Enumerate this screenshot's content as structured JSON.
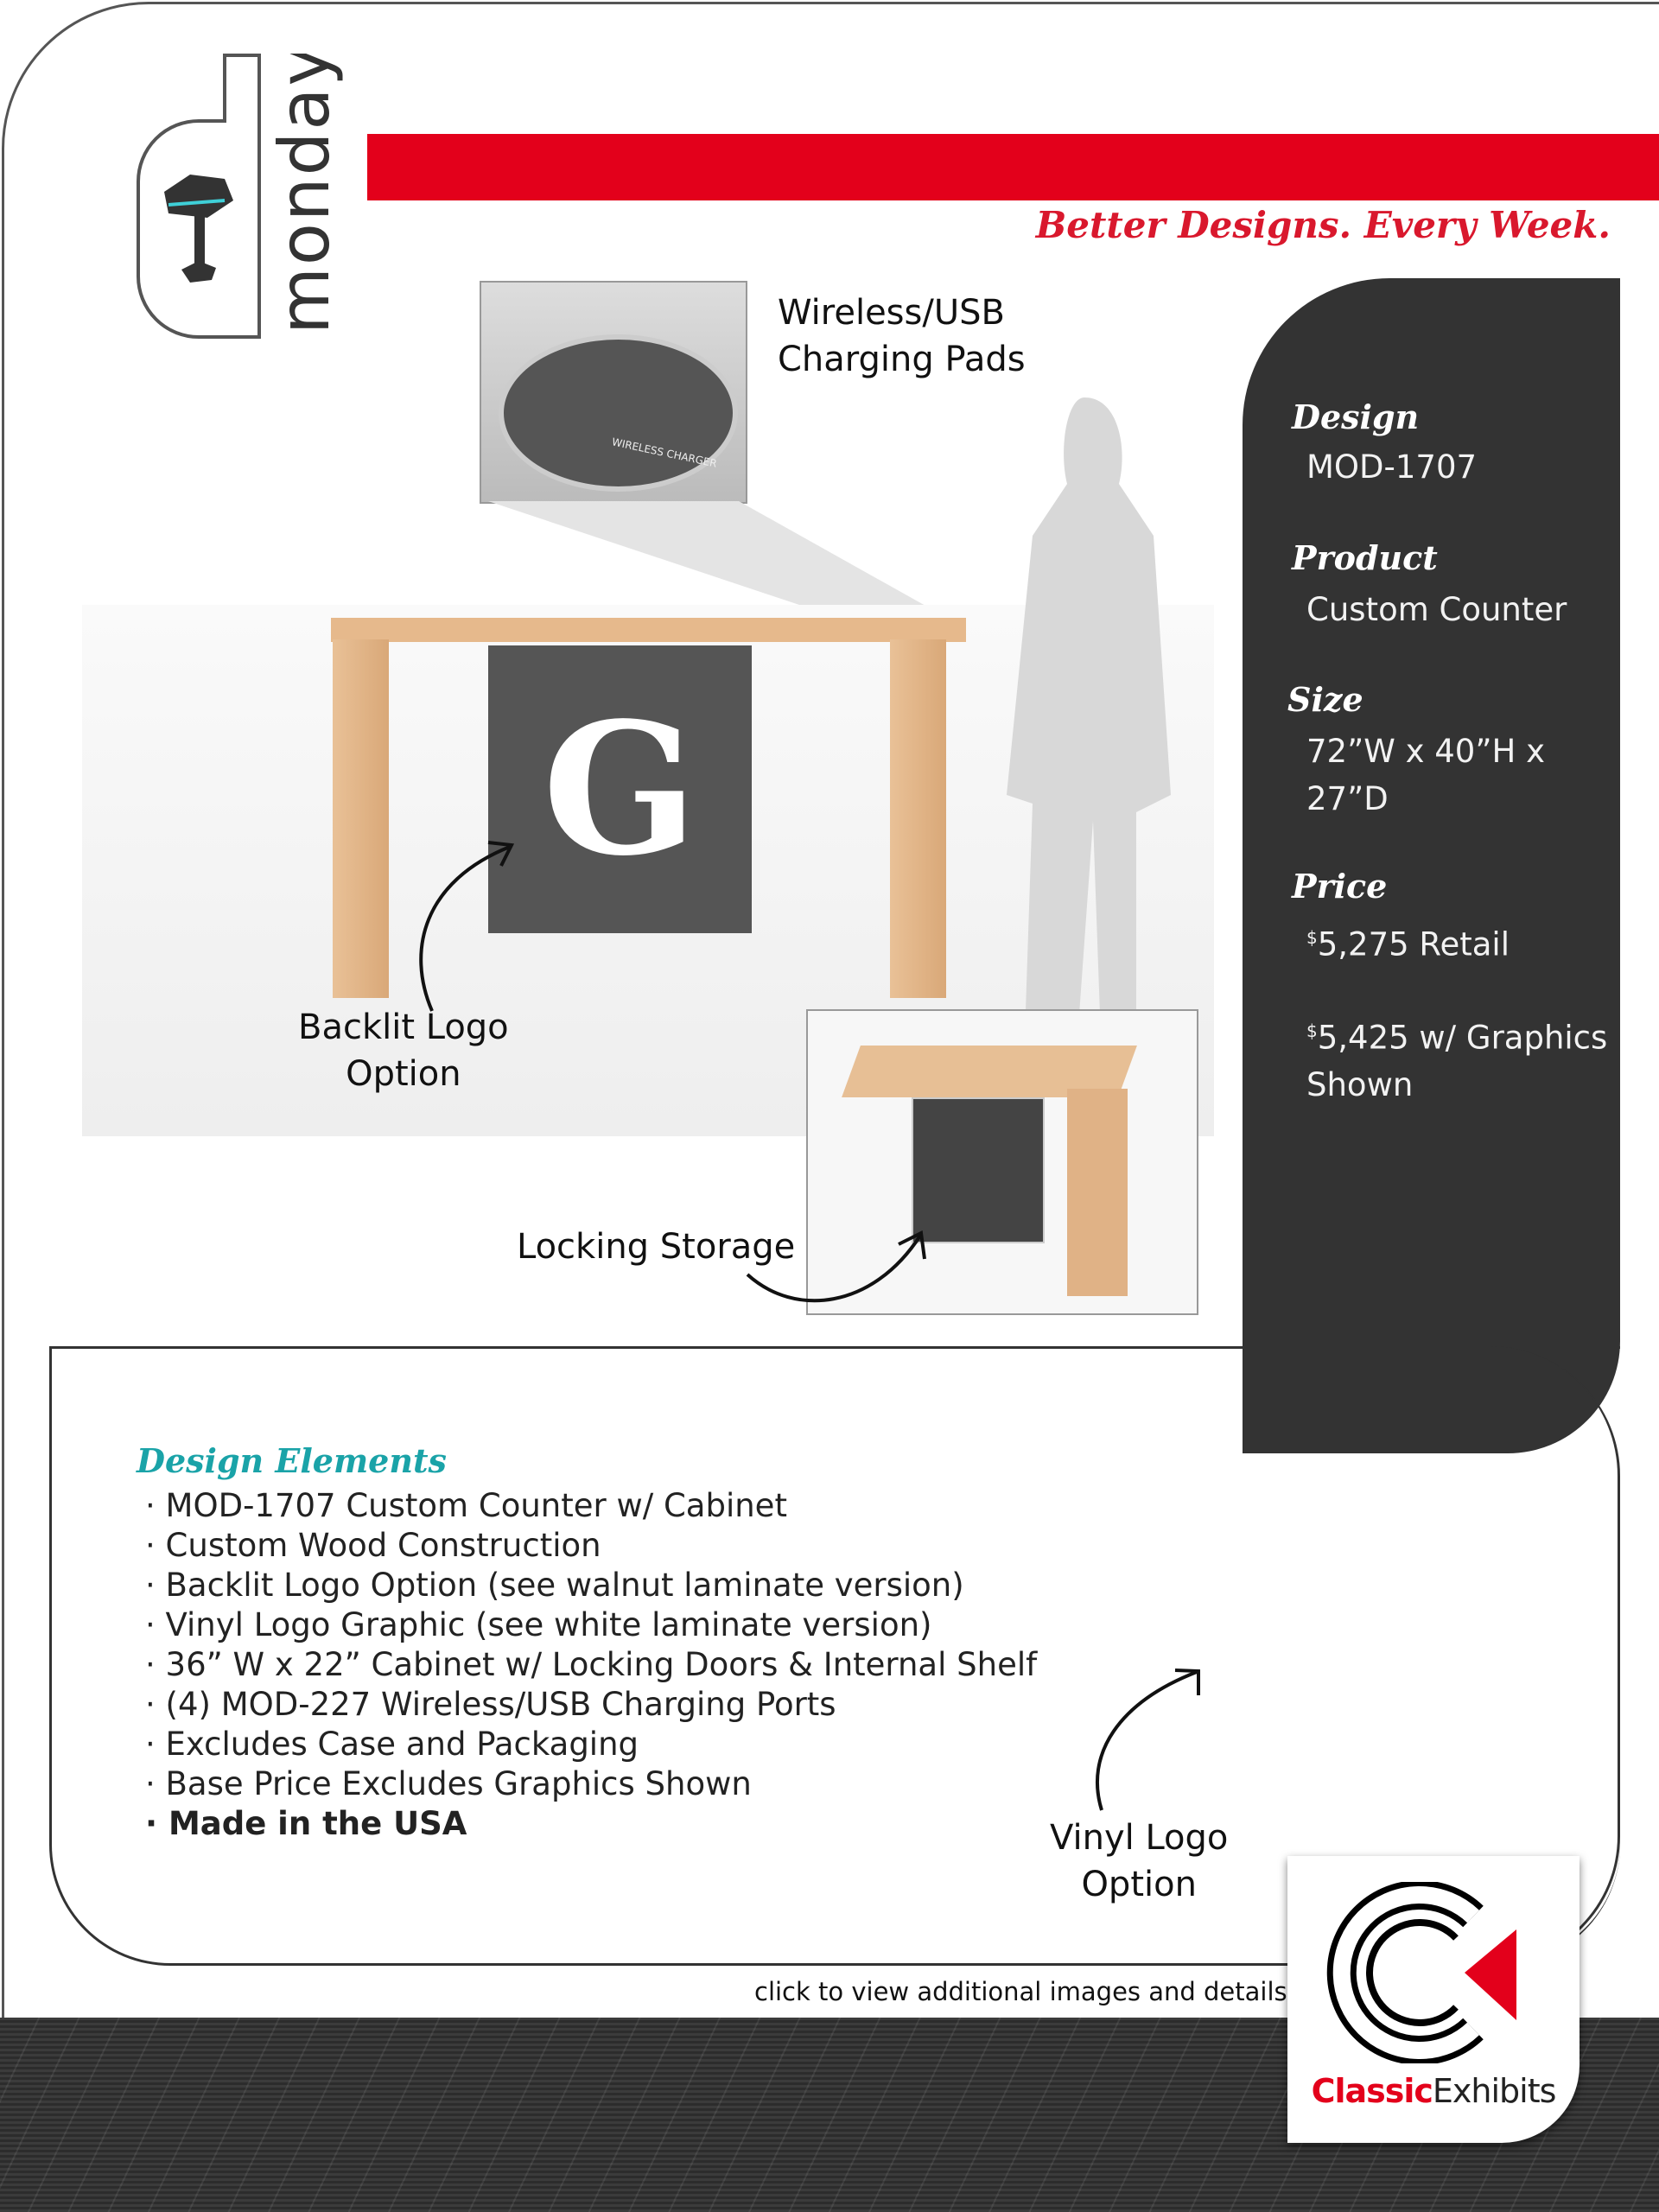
{
  "header": {
    "brand_logo": "d monday",
    "tagline": "Better Designs. Every Week.",
    "accent_color": "#e3001b"
  },
  "callouts": {
    "charging": [
      "Wireless/USB",
      "Charging Pads"
    ],
    "charging_image_text": "WIRELESS CHARGER",
    "backlit": [
      "Backlit Logo",
      "Option"
    ],
    "storage": "Locking Storage",
    "vinyl": [
      "Vinyl Logo",
      "Option"
    ]
  },
  "specs": {
    "design_label": "Design",
    "design_value": "MOD-1707",
    "product_label": "Product",
    "product_value": "Custom Counter",
    "size_label": "Size",
    "size_value": [
      "72”W x 40”H x",
      "27”D"
    ],
    "price_label": "Price",
    "currency": "$",
    "price_retail": "5,275 Retail",
    "price_graphics": "5,425 w/ Graphics",
    "price_graphics_2": "Shown"
  },
  "design_elements": {
    "title": "Design Elements",
    "title_color": "#1aa3a8",
    "items": [
      "MOD-1707 Custom Counter w/ Cabinet",
      "Custom Wood Construction",
      "Backlit Logo Option (see walnut laminate version)",
      "Vinyl Logo Graphic (see white laminate version)",
      "36” W x 22” Cabinet w/ Locking Doors & Internal Shelf",
      "(4) MOD-227 Wireless/USB Charging Ports",
      "Excludes Case and Packaging",
      "Base Price Excludes Graphics Shown",
      "Made in the USA"
    ]
  },
  "footer": {
    "link_text": "click to view additional images and details",
    "company_logo": {
      "word1": "Classic",
      "word2": "Exhibits",
      "red": "#e3001b"
    }
  }
}
